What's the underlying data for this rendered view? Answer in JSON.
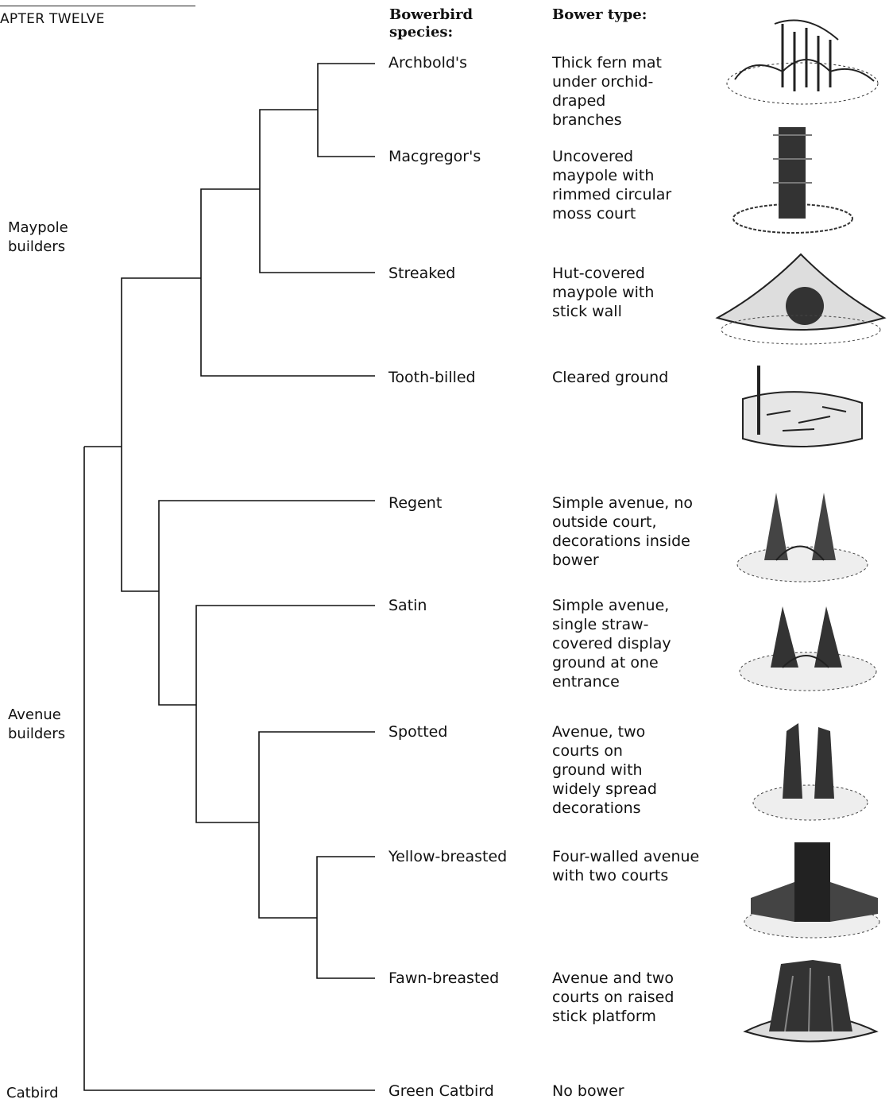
{
  "chapter": "APTER TWELVE",
  "headers": {
    "species": "Bowerbird species:",
    "bower": "Bower type:"
  },
  "groups": {
    "maypole": "Maypole builders",
    "avenue": "Avenue builders",
    "catbird": "Catbird"
  },
  "species": [
    {
      "name": "Archbold's",
      "bower": "Thick fern mat under orchid-draped branches"
    },
    {
      "name": "Macgregor's",
      "bower": "Uncovered maypole with rimmed circular moss court"
    },
    {
      "name": "Streaked",
      "bower": "Hut-covered maypole with stick wall"
    },
    {
      "name": "Tooth-billed",
      "bower": "Cleared ground"
    },
    {
      "name": "Regent",
      "bower": "Simple avenue, no outside court, decorations inside bower"
    },
    {
      "name": "Satin",
      "bower": "Simple avenue, single straw-covered display ground at one entrance"
    },
    {
      "name": "Spotted",
      "bower": "Avenue, two courts on ground with widely spread decorations"
    },
    {
      "name": "Yellow-breasted",
      "bower": "Four-walled avenue with two courts"
    },
    {
      "name": "Fawn-breasted",
      "bower": "Avenue and two courts on raised stick platform"
    },
    {
      "name": "Green Catbird",
      "bower": "No bower"
    }
  ],
  "illustrations": [
    "fern-mat-bower-drawing",
    "maypole-bower-drawing",
    "hut-bower-drawing",
    "cleared-ground-drawing",
    "simple-avenue-bower-drawing",
    "straw-avenue-bower-drawing",
    "two-court-avenue-drawing",
    "four-walled-avenue-drawing",
    "platform-avenue-drawing"
  ]
}
